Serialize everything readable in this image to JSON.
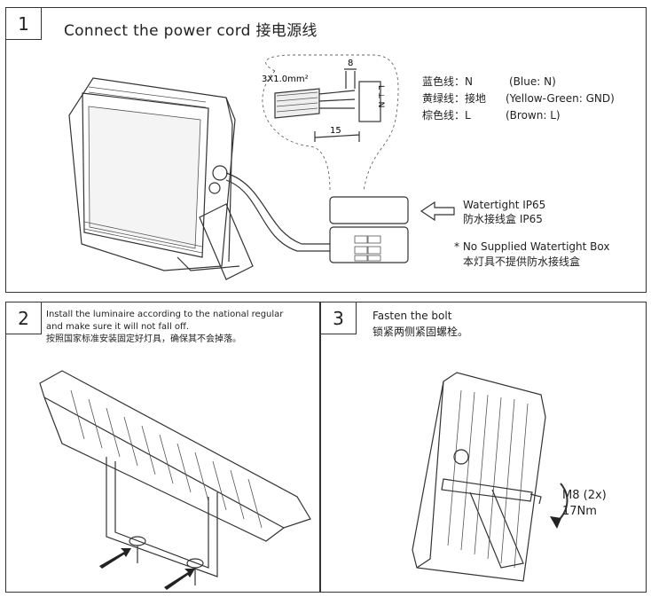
{
  "step1": {
    "number": "1",
    "title": "Connect the power cord  接电源线",
    "wire_spec": "3X1.0mm²",
    "dim_strip": "8",
    "dim_sheath": "15",
    "terminal_labels": "L ⊥ N",
    "wires": [
      {
        "cn": "蓝色线：N",
        "en": "(Blue:   N)"
      },
      {
        "cn": "黄绿线：接地",
        "en": "(Yellow-Green: GND)"
      },
      {
        "cn": "棕色线：L",
        "en": "(Brown: L)"
      }
    ],
    "box_label_en": "Watertight IP65",
    "box_label_cn": "防水接线盒 IP65",
    "note_en": "* No Supplied Watertight Box",
    "note_cn": "本灯具不提供防水接线盒"
  },
  "step2": {
    "number": "2",
    "line1": "Install the luminaire according to the national regular",
    "line2": "and make sure it will not fall off.",
    "line3": "按照国家标准安装固定好灯具，确保其不会掉落。"
  },
  "step3": {
    "number": "3",
    "line1": "Fasten the bolt",
    "line2": "锁紧两侧紧固螺栓。",
    "bolt_spec": "M8 (2x)",
    "torque": "17Nm"
  }
}
